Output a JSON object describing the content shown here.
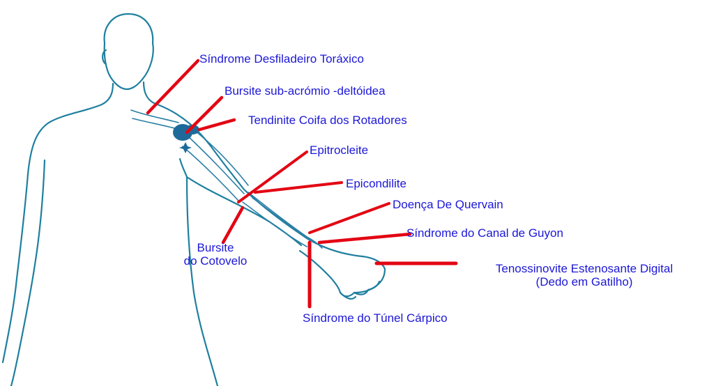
{
  "colors": {
    "outline": "#1e7f9f",
    "detail": "#2a7fa6",
    "shade": "#1d6a9a",
    "pointer": "#e30613",
    "label": "#1c17d6"
  },
  "labels": {
    "toracico": "Síndrome Desfiladeiro Toráxico",
    "bursite_sub": "Bursite sub-acrómio -deltóidea",
    "coifa": "Tendinite Coifa dos Rotadores",
    "epitrocleite": "Epitrocleite",
    "epicondilite": "Epicondilite",
    "quervain": "Doença De Quervain",
    "guyon": "Síndrome do Canal de Guyon",
    "bursite_cot_1": "Bursite",
    "bursite_cot_2": "do Cotovelo",
    "gatilho_1": "Tenossinovite Estenosante Digital",
    "gatilho_2": "(Dedo em Gatilho)",
    "tunel": "Síndrome do Túnel Cárpico"
  }
}
